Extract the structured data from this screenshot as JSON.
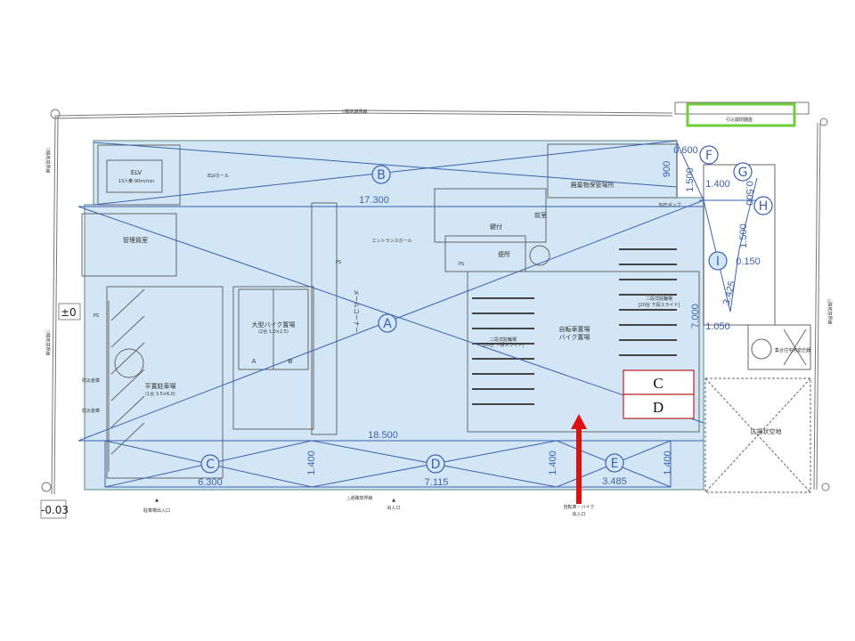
{
  "boundary": {
    "top": "▽隣地境界線",
    "left": "▽隣地境界線",
    "right": "△隣地境界線",
    "road": "△道路境界線"
  },
  "switchboard": "引込開閉器盤",
  "rooms": {
    "elv": "ELV",
    "elv_spec": "13人乗-90m/min",
    "elv_hall": "ELVホール",
    "manager": "管理員室",
    "entrance": "エントランスホール",
    "waste": "廃棄物保管場所",
    "anteroom": "前室",
    "locked": "鍵付",
    "toilet": "便所",
    "bike_large": "大型バイク置場",
    "bike_large_spec": "(2台 1.0×2.5)",
    "slot_a": "A",
    "slot_b": "B",
    "mail": "メールコーナー",
    "bicycle": "自転車置場",
    "motorbike": "バイク置場",
    "rack_1": "二段式駐輪場",
    "rack_1_spec": "[20台 下段スライド]",
    "rack_2": "二段式駐輪場",
    "rack_2_spec": "[20台 下段スライド]",
    "parking": "平置駐車場",
    "parking_spec": "(1台 3.5×6.0)",
    "disaster_1": "防災倉庫",
    "disaster_2": "防災倉庫",
    "ps_1": "PS",
    "ps_2": "PS",
    "ps_3": "PS",
    "plaza": "広場状空地",
    "transformer": "集合住宅用変圧器",
    "pump": "加圧ポンプ"
  },
  "levels": {
    "ground": "±0",
    "outside": "-0.03"
  },
  "zones": [
    {
      "id": "A",
      "value": ""
    },
    {
      "id": "B",
      "value": "17.300"
    },
    {
      "id": "C",
      "value": "6.300"
    },
    {
      "id": "D",
      "value": "7.115"
    },
    {
      "id": "E",
      "value": "3.485"
    },
    {
      "id": "F",
      "value": ""
    },
    {
      "id": "G",
      "value": ""
    },
    {
      "id": "H",
      "value": ""
    },
    {
      "id": "I",
      "value": ""
    }
  ],
  "dimensions": {
    "a": "18.500",
    "f_top": "0.600",
    "f_side": "900",
    "f_side2": "1.500",
    "g": "1.400",
    "g_side": "0.500",
    "h": "1.500",
    "i": "0.150",
    "i_side": "3.425",
    "right": "7.000",
    "right_bottom": "1.050",
    "c_d": "1.400",
    "d_e": "1.400",
    "e_side": "1.400"
  },
  "entrances": {
    "parking": "駐車場出入口",
    "main": "出入口",
    "bike_1": "自転車・バイク",
    "bike_2": "出入口"
  },
  "legend_box": [
    "C",
    "D"
  ],
  "colors": {
    "area": "#d3e6f5",
    "line": "#3a62b0",
    "highlight": "#e01010",
    "green": "#6fcf3a"
  }
}
